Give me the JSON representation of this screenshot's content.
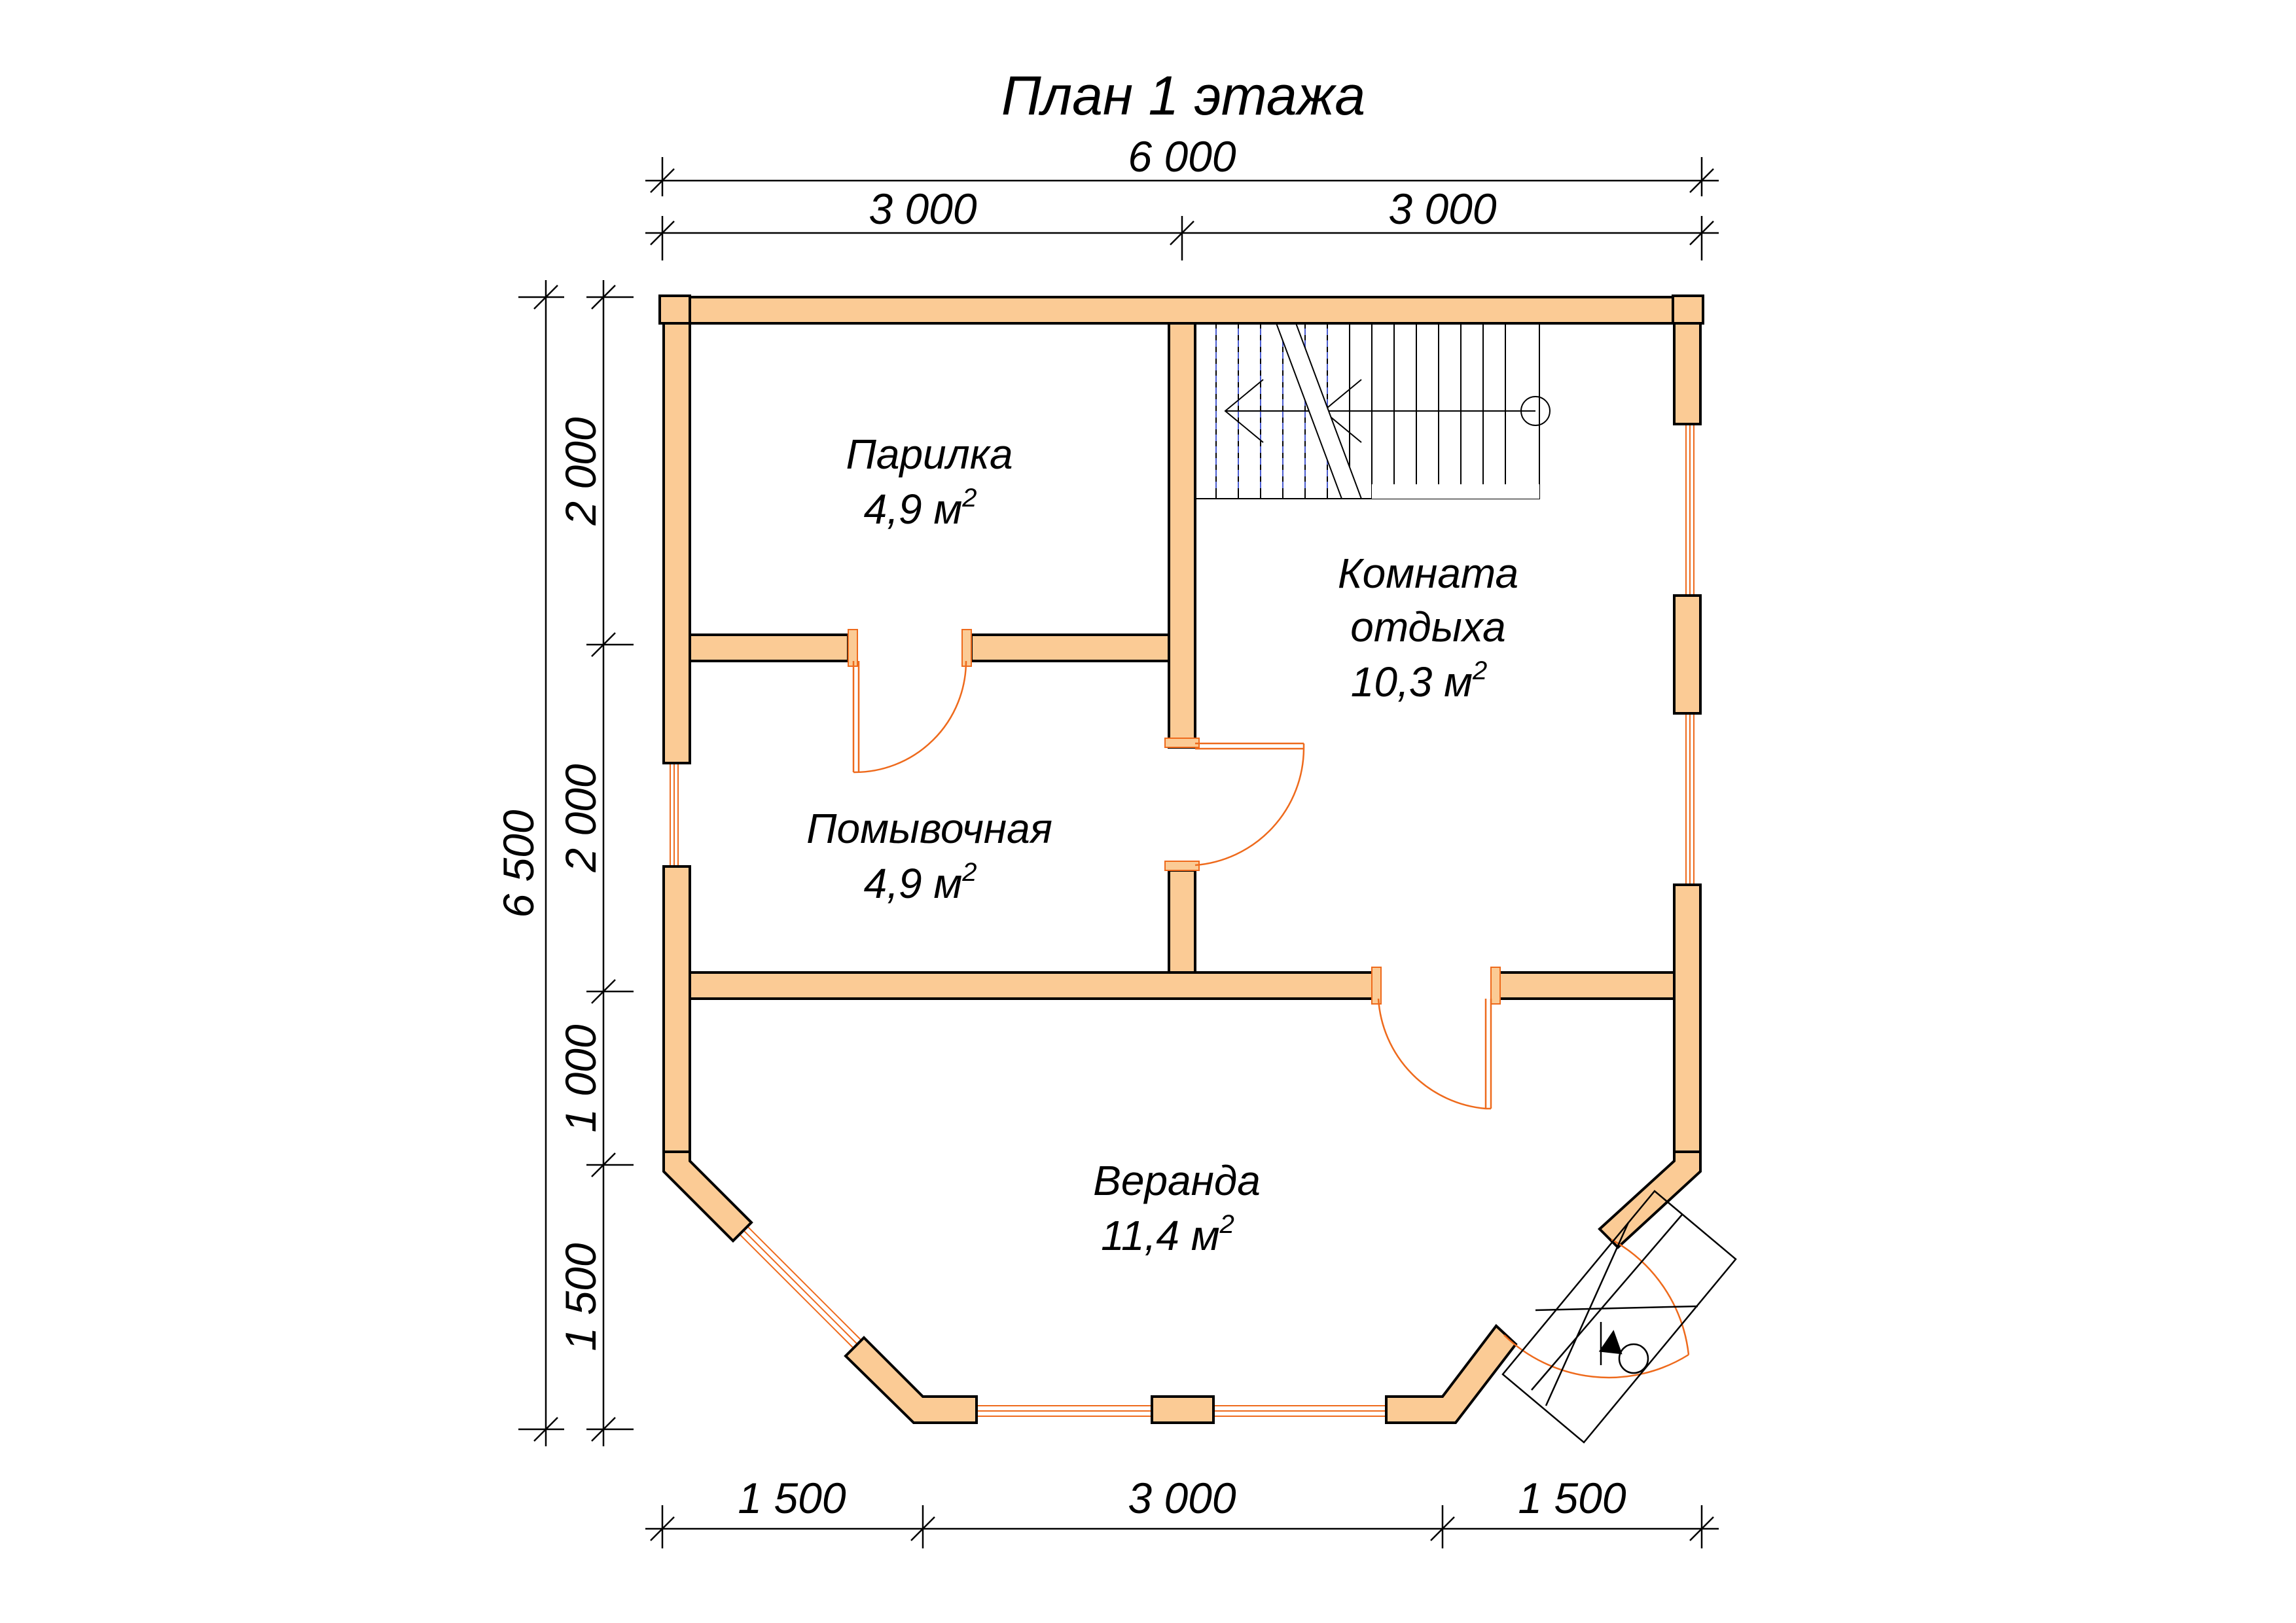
{
  "title": "План 1 этажа",
  "dimensions": {
    "top_overall": "6 000",
    "top_left": "3 000",
    "top_right": "3 000",
    "left_overall": "6 500",
    "left_seg_1": "2 000",
    "left_seg_2": "2 000",
    "left_seg_3": "1 000",
    "left_seg_4": "1 500",
    "bottom_left": "1 500",
    "bottom_middle": "3 000",
    "bottom_right": "1 500"
  },
  "rooms": {
    "parilka": {
      "name": "Парилка",
      "area": "4,9 м",
      "sup": "2"
    },
    "pomyvochnaya": {
      "name": "Помывочная",
      "area": "4,9 м",
      "sup": "2"
    },
    "komnata": {
      "name_line1": "Комната",
      "name_line2": "отдыха",
      "area": "10,3 м",
      "sup": "2"
    },
    "veranda": {
      "name": "Веранда",
      "area": "11,4 м",
      "sup": "2"
    }
  },
  "colors": {
    "wall_fill": "#fbcb95",
    "opening_lines": "#ee6a1c",
    "stair_dashes": "#4a5cd0"
  }
}
